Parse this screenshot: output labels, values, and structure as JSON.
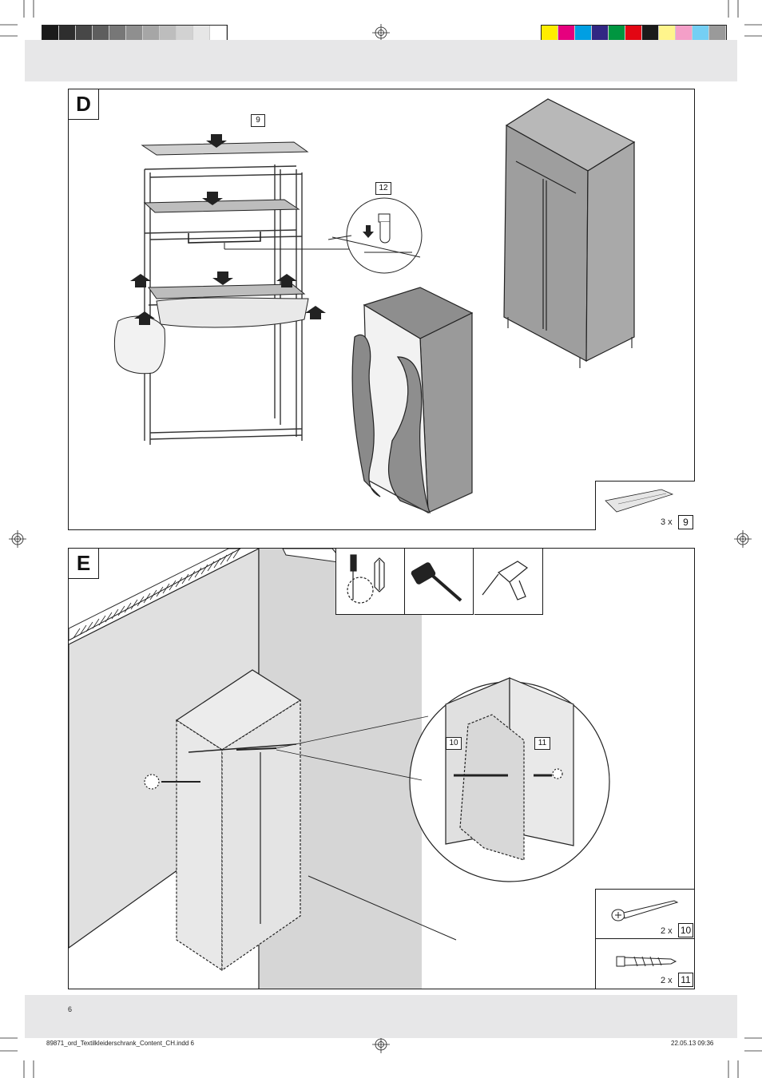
{
  "header": {
    "gray_swatches": [
      "#1a1a1a",
      "#2e2e2e",
      "#474747",
      "#5e5e5e",
      "#777777",
      "#8f8f8f",
      "#a6a6a6",
      "#bdbdbd",
      "#d2d2d2",
      "#e6e6e6",
      "#ffffff"
    ],
    "color_swatches": [
      "#ffed00",
      "#e6007e",
      "#009fe3",
      "#312783",
      "#009640",
      "#e30613",
      "#1a1a1a",
      "#fff58c",
      "#f49fc8",
      "#74cff4",
      "#9a9a9a"
    ]
  },
  "panel_d": {
    "letter": "D",
    "callout_9": "9",
    "callout_12": "12",
    "part": {
      "qty": "3 x",
      "num": "9"
    }
  },
  "panel_e": {
    "letter": "E",
    "callout_10": "10",
    "callout_11": "11",
    "tools": [
      "screwdriver-icon",
      "hammer-icon",
      "drill-icon"
    ],
    "parts": [
      {
        "qty": "2 x",
        "num": "10"
      },
      {
        "qty": "2 x",
        "num": "11"
      }
    ]
  },
  "footer": {
    "page_number": "6",
    "filename": "89871_ord_Textilkleiderschrank_Content_CH.indd   6",
    "datetime": "22.05.13   09:36"
  }
}
